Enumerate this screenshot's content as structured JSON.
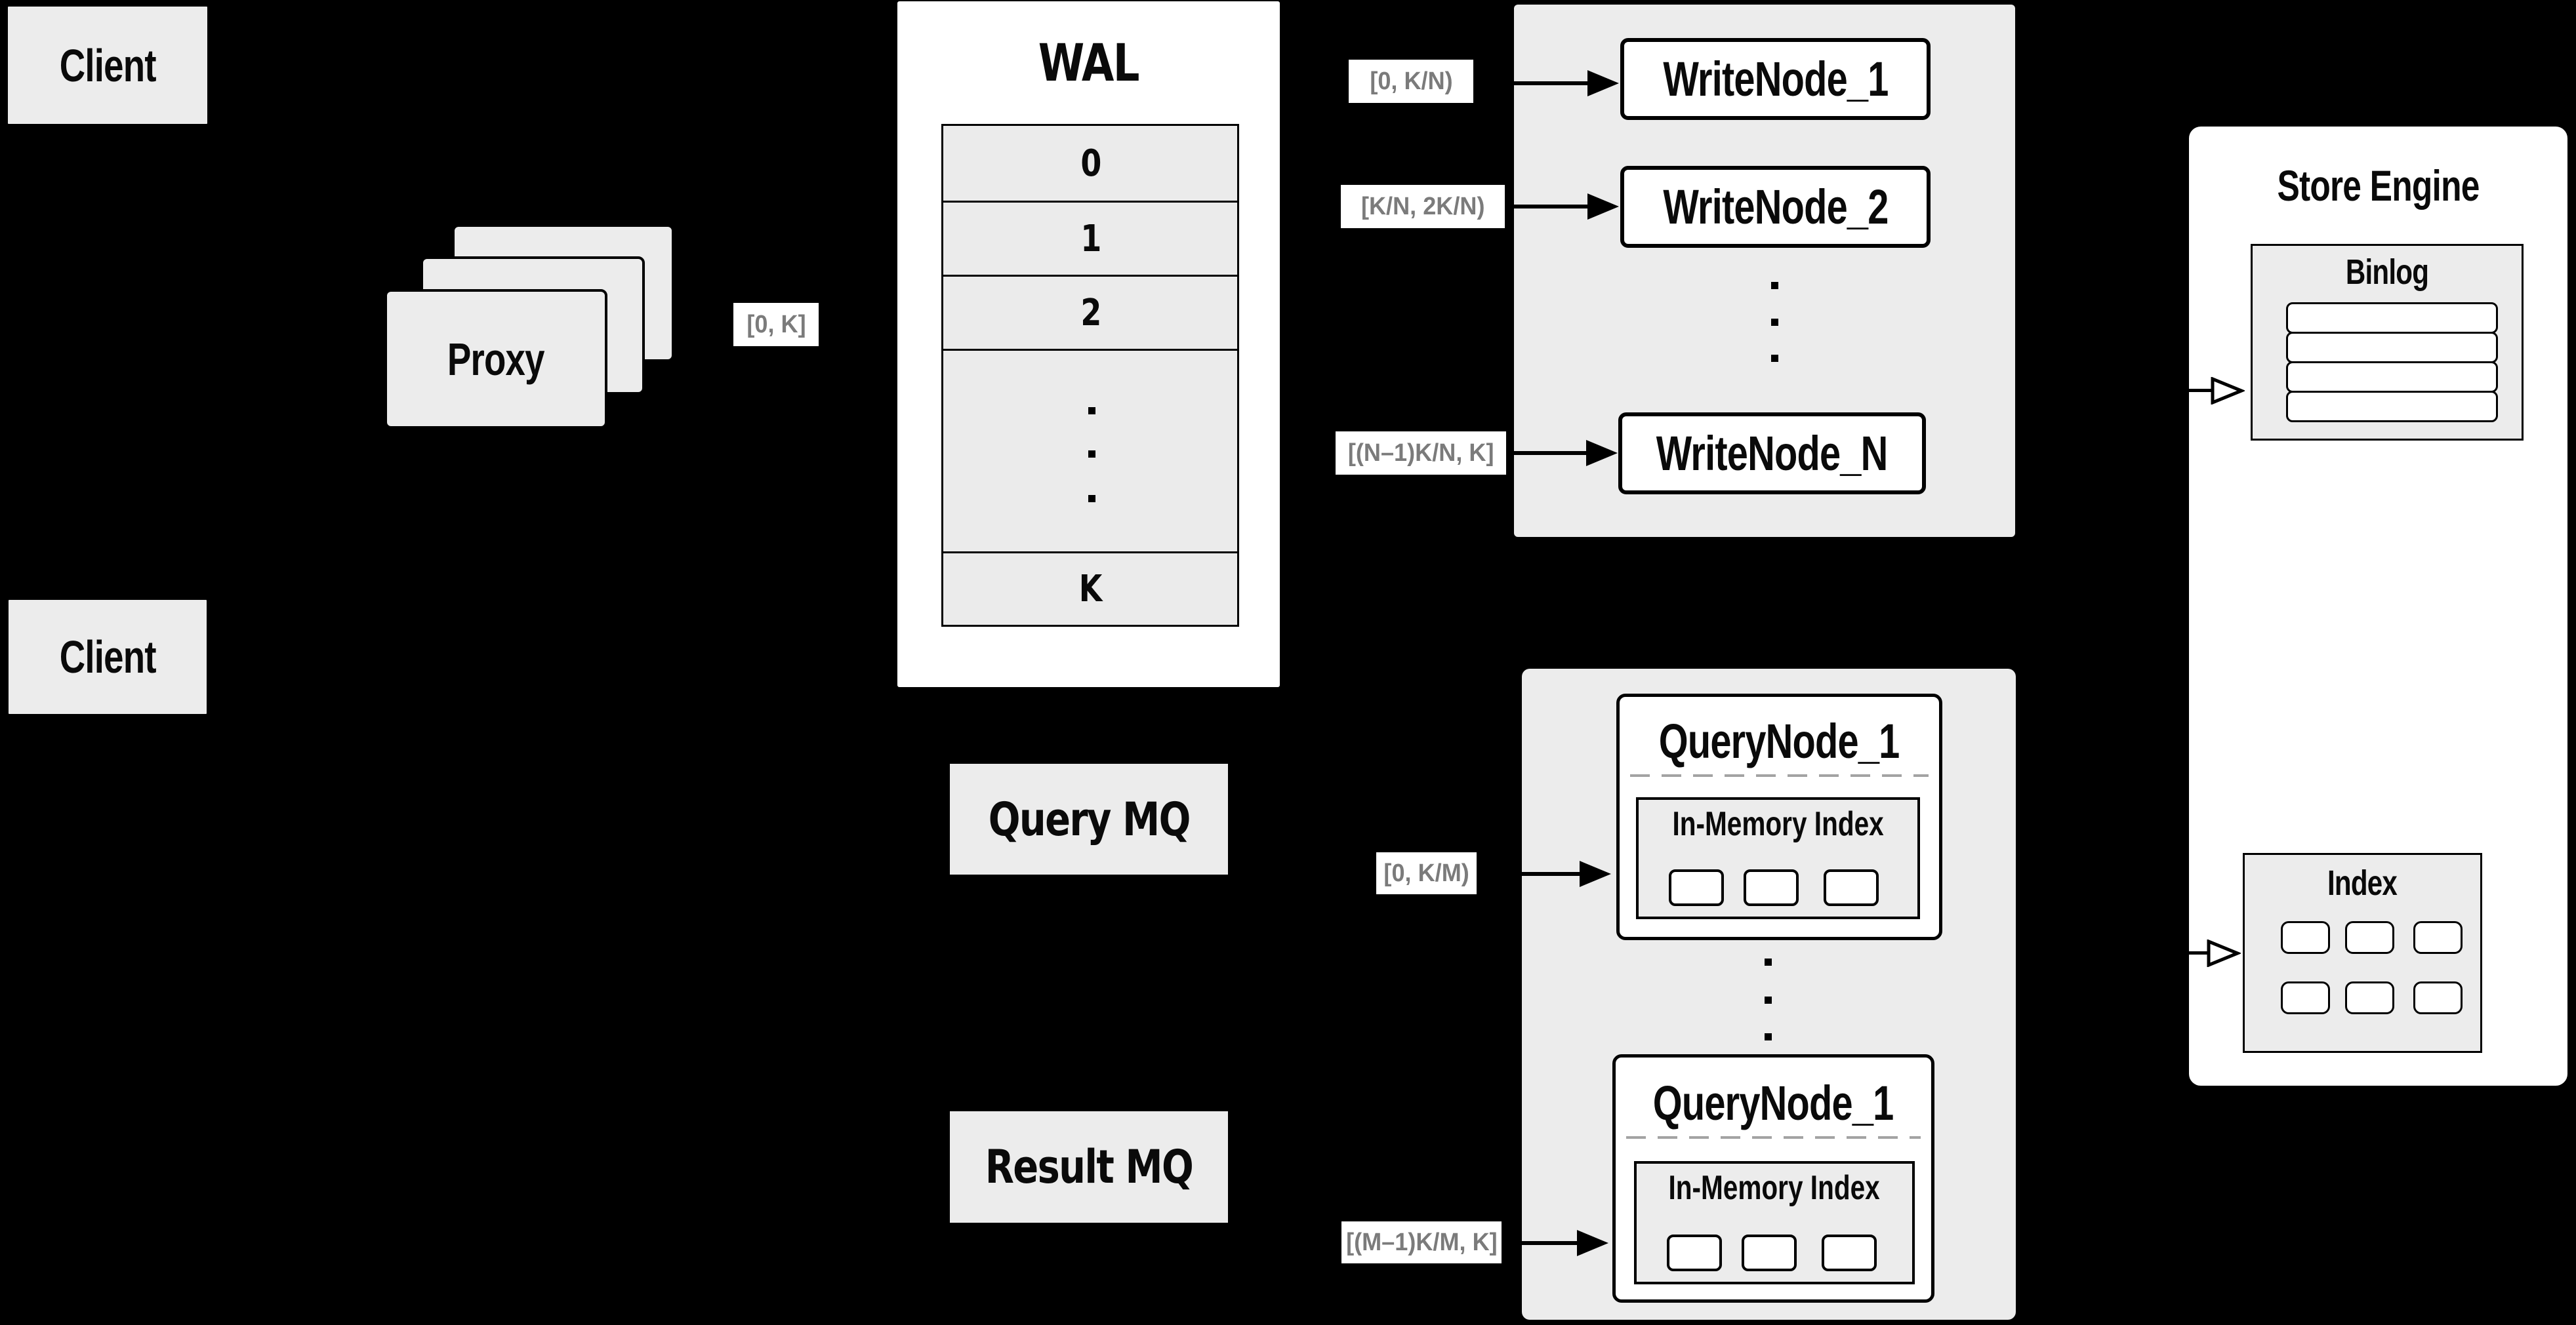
{
  "colors": {
    "background": "#000000",
    "box_gray": "#ececec",
    "row_gray": "#ebebeb",
    "white": "#ffffff",
    "border": "#000000",
    "muted_label_text": "#7b7b7b",
    "dash_gray": "#a3a3a3"
  },
  "clients": {
    "top": "Client",
    "bottom": "Client"
  },
  "proxy": {
    "label": "Proxy",
    "range_label": "[0, K]"
  },
  "wal": {
    "title": "WAL",
    "rows": [
      "0",
      "1",
      "2"
    ],
    "last_row": "K"
  },
  "write_group": {
    "ranges": [
      "[0, K/N)",
      "[K/N, 2K/N)",
      "[(N–1)K/N, K]"
    ],
    "nodes": [
      "WriteNode_1",
      "WriteNode_2",
      "WriteNode_N"
    ]
  },
  "mq": {
    "query": "Query MQ",
    "result": "Result MQ"
  },
  "query_group": {
    "ranges": [
      "[0, K/M)",
      "[(M–1)K/M, K]"
    ],
    "nodes": [
      {
        "title": "QueryNode_1",
        "inner_title": "In-Memory Index"
      },
      {
        "title": "QueryNode_1",
        "inner_title": "In-Memory Index"
      }
    ]
  },
  "store": {
    "title": "Store Engine",
    "binlog_title": "Binlog",
    "index_title": "Index"
  }
}
